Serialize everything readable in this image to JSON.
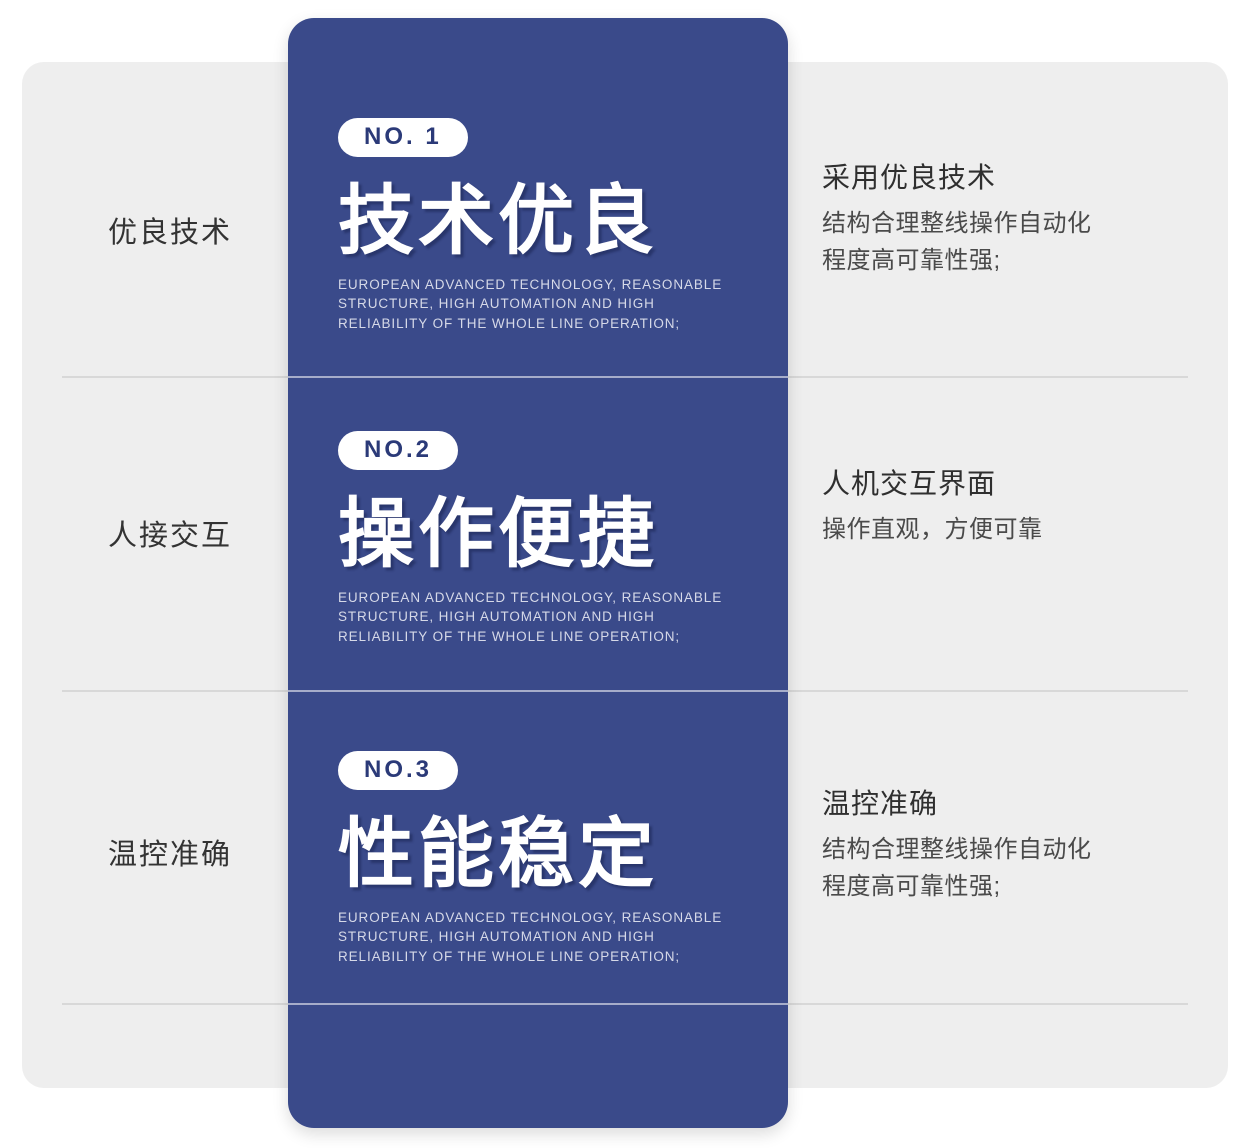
{
  "panel": {
    "accent_color": "#3a4a8a",
    "background_color": "#eeeeee",
    "badge_text_color": "#2b3a78"
  },
  "rows": [
    {
      "left_label": "优良技术",
      "badge": "NO. 1",
      "title": "技术优良",
      "subtitle": "EUROPEAN ADVANCED TECHNOLOGY, REASONABLE STRUCTURE, HIGH AUTOMATION AND HIGH RELIABILITY OF THE WHOLE LINE OPERATION;",
      "desc_title": "采用优良技术",
      "desc_line1": "结构合理整线操作自动化",
      "desc_line2": "程度高可靠性强;"
    },
    {
      "left_label": "人接交互",
      "badge": "NO.2",
      "title": "操作便捷",
      "subtitle": "EUROPEAN ADVANCED TECHNOLOGY, REASONABLE STRUCTURE, HIGH AUTOMATION AND HIGH RELIABILITY OF THE WHOLE LINE OPERATION;",
      "desc_title": "人机交互界面",
      "desc_line1": "操作直观，方便可靠",
      "desc_line2": ""
    },
    {
      "left_label": "温控准确",
      "badge": "NO.3",
      "title": "性能稳定",
      "subtitle": "EUROPEAN ADVANCED TECHNOLOGY, REASONABLE STRUCTURE, HIGH AUTOMATION AND HIGH RELIABILITY OF THE WHOLE LINE OPERATION;",
      "desc_title": "温控准确",
      "desc_line1": "结构合理整线操作自动化",
      "desc_line2": "程度高可靠性强;"
    }
  ]
}
